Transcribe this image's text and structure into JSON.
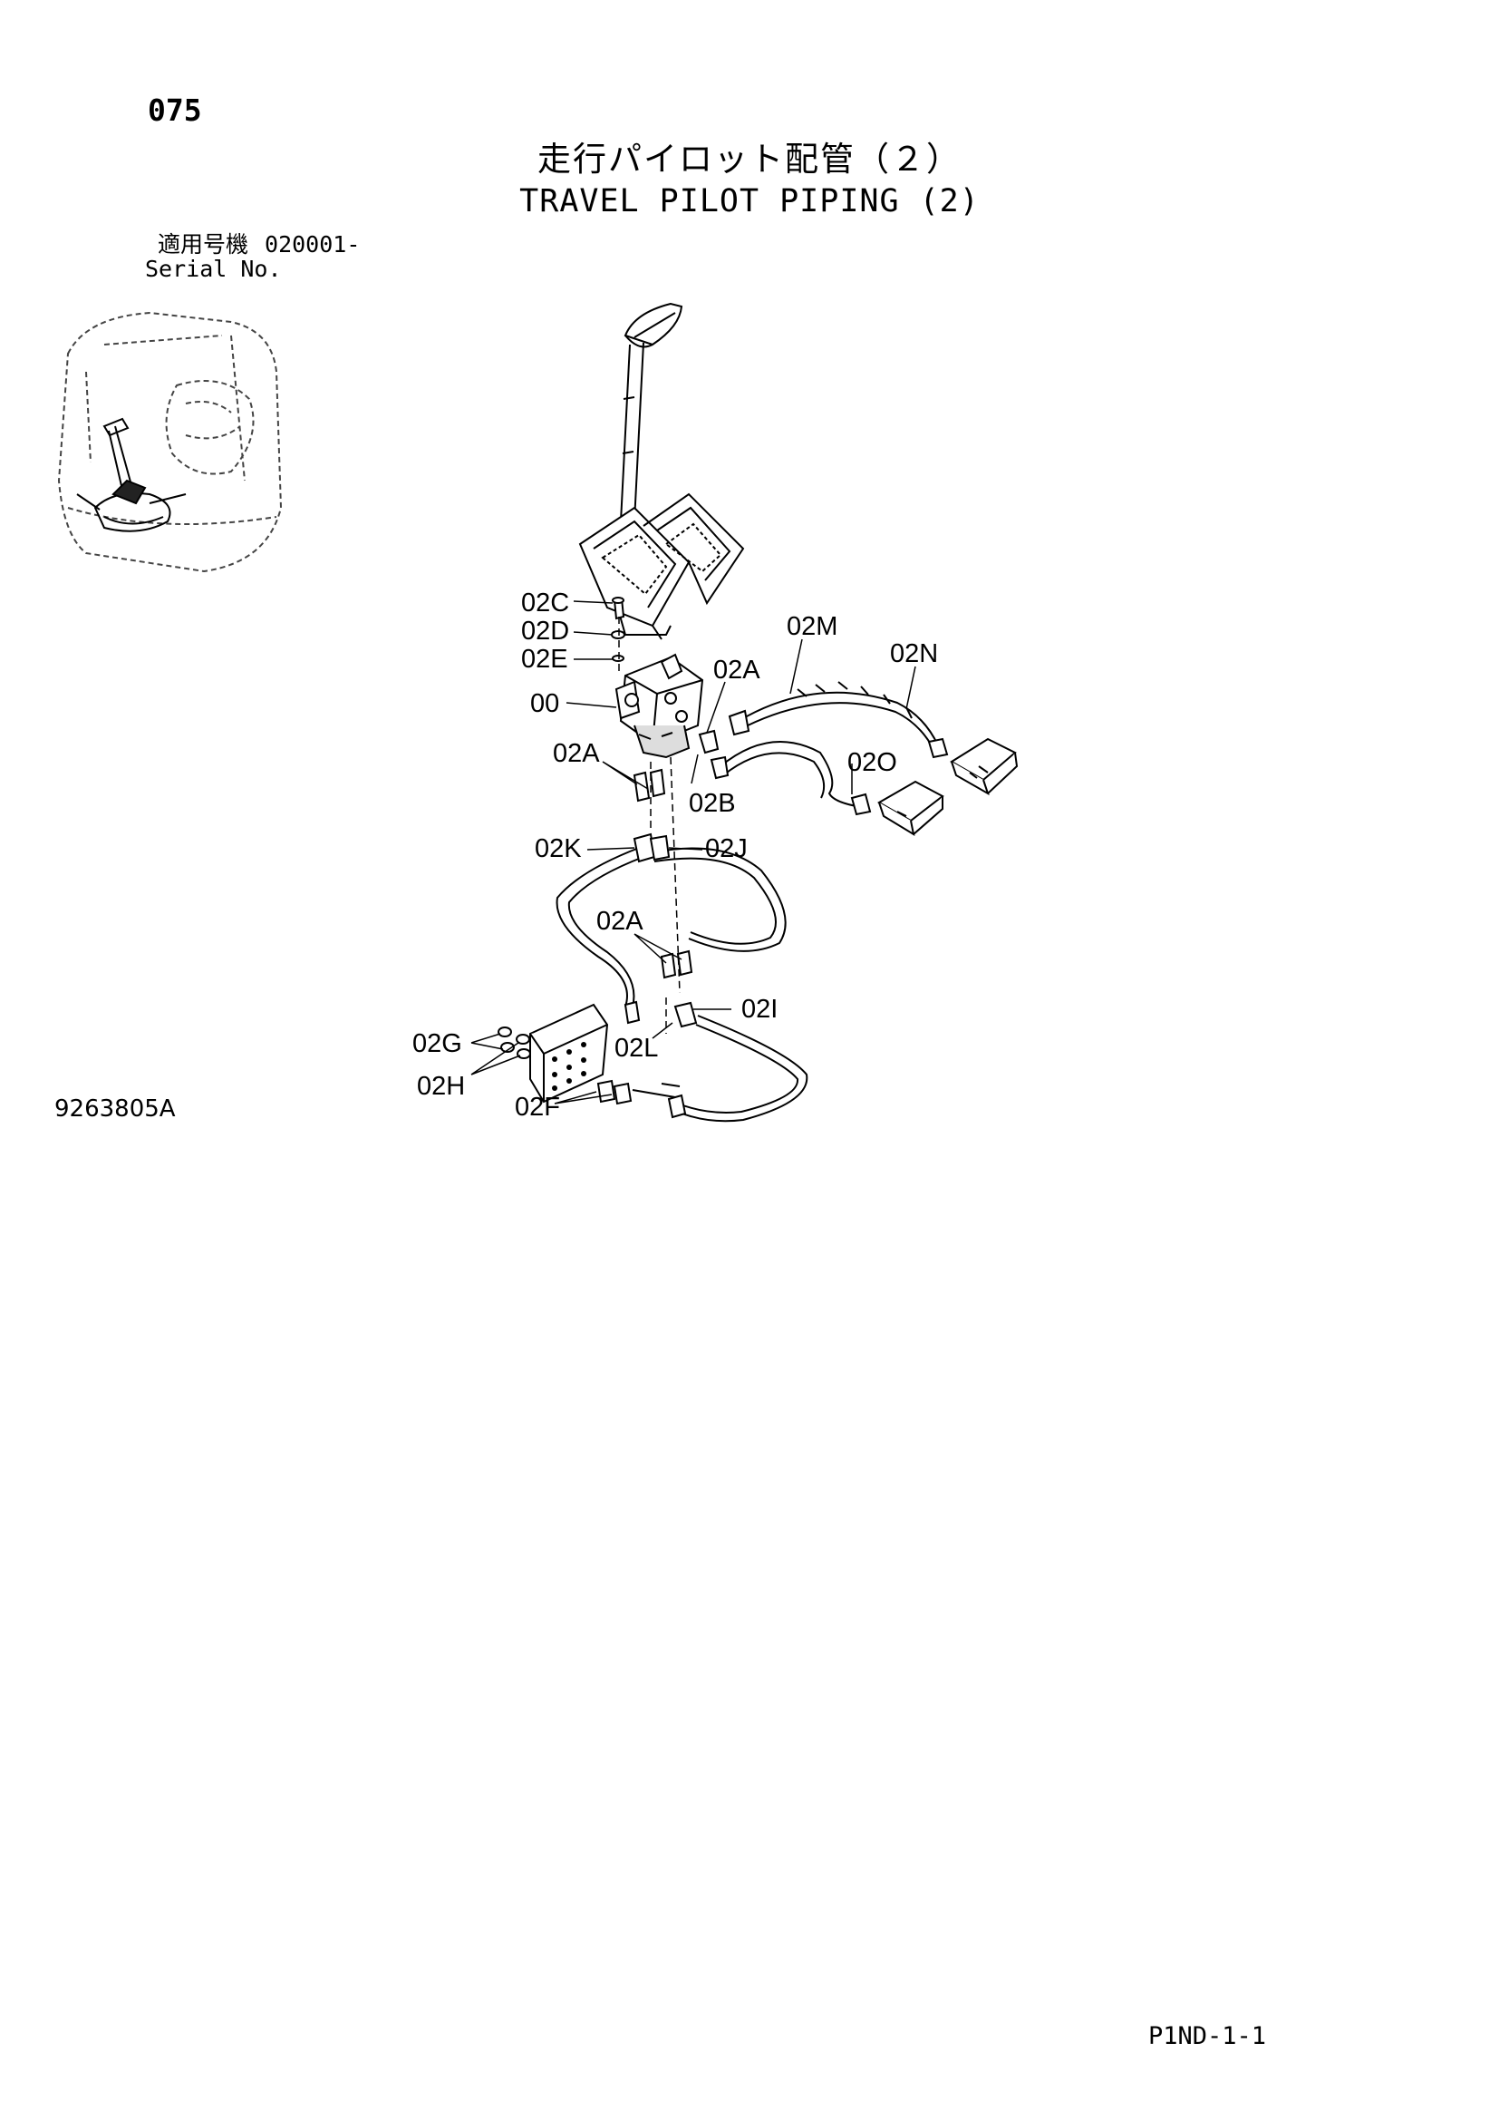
{
  "page": {
    "number": "075"
  },
  "title": {
    "japanese": "走行パイロット配管（２）",
    "english": "TRAVEL PILOT PIPING (2)"
  },
  "serial": {
    "label_jp": "適用号機",
    "value": "020001-",
    "label_en": "Serial No."
  },
  "drawing_number": "9263805A",
  "sheet_code": "P1ND-1-1",
  "callouts": {
    "c02C": "02C",
    "c02D": "02D",
    "c02E": "02E",
    "c00": "00",
    "c02A_1": "02A",
    "c02A_2": "02A",
    "c02A_3": "02A",
    "c02M": "02M",
    "c02N": "02N",
    "c02O": "02O",
    "c02B": "02B",
    "c02K": "02K",
    "c02J": "02J",
    "c02I": "02I",
    "c02L": "02L",
    "c02G": "02G",
    "c02H": "02H",
    "c02F": "02F"
  }
}
